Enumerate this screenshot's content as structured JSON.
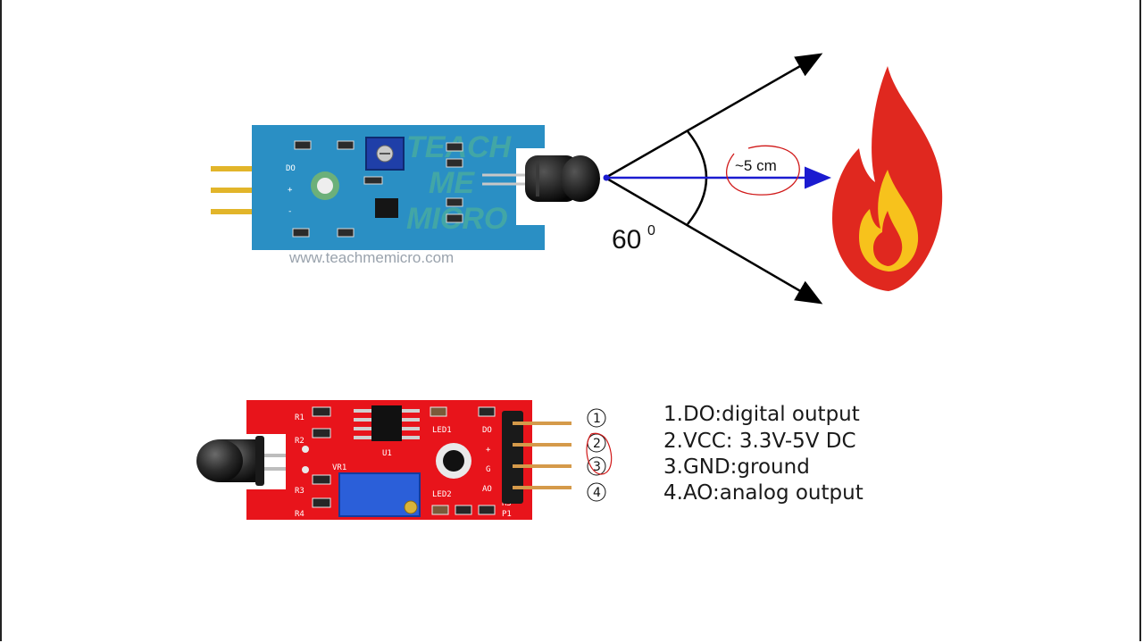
{
  "watermark": {
    "url": "www.teachmemicro.com",
    "logo_lines": [
      "TEACH",
      "ME",
      "MICRO"
    ]
  },
  "angle": {
    "value": "60",
    "superscript": "0"
  },
  "distance": {
    "label": "~5 cm"
  },
  "pin_numbers": [
    "①",
    "②",
    "③",
    "④"
  ],
  "pin_labels": [
    "1.DO:digital output",
    "2.VCC: 3.3V-5V DC",
    "3.GND:ground",
    "4.AO:analog output"
  ],
  "red_board_silk": {
    "r1": "R1",
    "r2": "R2",
    "r3": "R3",
    "r4": "R4",
    "vr1": "VR1",
    "u1": "U1",
    "led1": "LED1",
    "led2": "LED2",
    "do": "DO",
    "plus": "+",
    "g": "G",
    "ao": "AO",
    "p1": "P1",
    "r5": "R5"
  },
  "blue_board_silk": {
    "do": "DO",
    "plus": "+",
    "minus": "-"
  },
  "colors": {
    "blue_board": "#2a8fc4",
    "red_board": "#e8141b",
    "ray_blue": "#1b1bd0",
    "flame_red": "#e0281f",
    "flame_yellow": "#f7c21c",
    "annotation_red": "#d01818"
  },
  "icons": [
    "flame-icon",
    "ir-receiver-icon",
    "potentiometer-icon"
  ]
}
